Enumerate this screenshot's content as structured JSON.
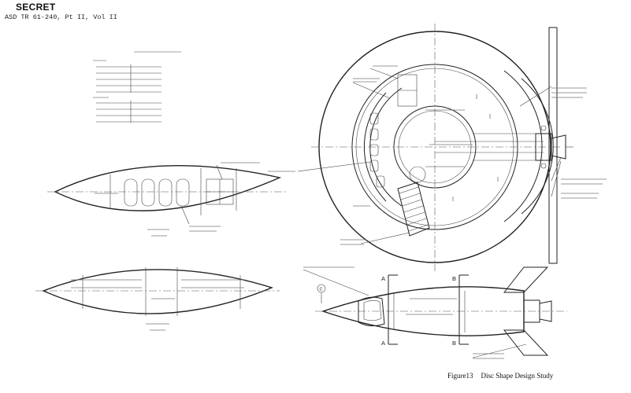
{
  "header": {
    "classification": "SECRET",
    "doc_ref": "ASD TR 61-240, Pt II, Vol II"
  },
  "figure": {
    "number": "Figure13",
    "title": "Disc Shape Design Study"
  },
  "section_marks": {
    "a": "A",
    "b": "B",
    "c": "C"
  }
}
